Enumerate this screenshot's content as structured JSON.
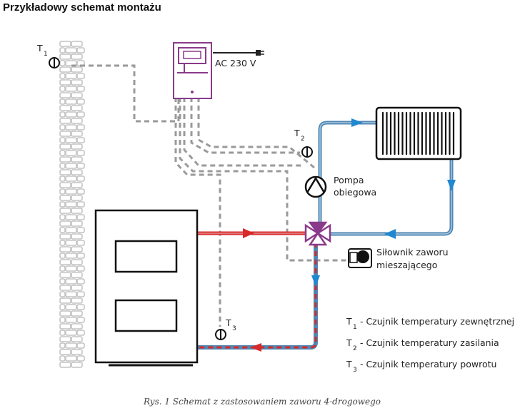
{
  "title": "Przykładowy schemat montażu",
  "power_label": "AC 230 V",
  "sensors": {
    "t1": {
      "letter": "T",
      "index": "1"
    },
    "t2": {
      "letter": "T",
      "index": "2"
    },
    "t3": {
      "letter": "T",
      "index": "3"
    }
  },
  "pump_label": [
    "Pompa",
    "obiegowa"
  ],
  "actuator_label": [
    "Siłownik zaworu",
    "mieszającego"
  ],
  "legend": [
    {
      "letter": "T",
      "index": "1",
      "text": " - Czujnik temperatury zewnętrznej"
    },
    {
      "letter": "T",
      "index": "2",
      "text": " - Czujnik temperatury zasilania"
    },
    {
      "letter": "T",
      "index": "3",
      "text": " - Czujnik temperatury powrotu"
    }
  ],
  "caption": "Rys. 1 Schemat z zastosowaniem zaworu 4-drogowego",
  "colors": {
    "controller": "#8a3a8a",
    "valve": "#8a3a8a",
    "pipe_hot": "#d62a2a",
    "pipe_cold": "#4f86b3",
    "pipe_cold_light": "#a9c6dd",
    "arrow_blue": "#1f88d0",
    "cable": "#9a9a9a",
    "wall": "#cfcfcf"
  }
}
